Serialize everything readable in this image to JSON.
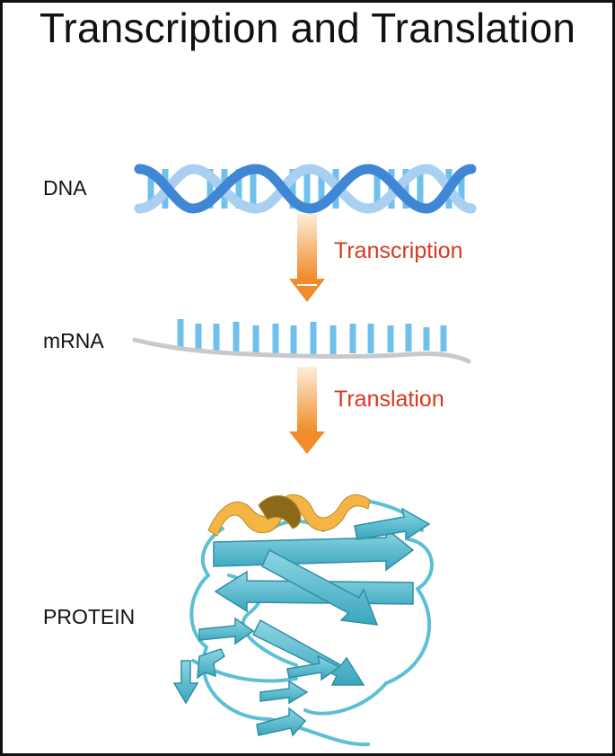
{
  "title": "Transcription and Translation",
  "labels": {
    "dna": "DNA",
    "mrna": "mRNA",
    "protein": "PROTEIN"
  },
  "steps": {
    "transcription": "Transcription",
    "translation": "Translation"
  },
  "colors": {
    "step_text": "#d63a1e",
    "helix_dark": "#3f87d4",
    "helix_light": "#a9cff3",
    "rungs": "#6fc0ec",
    "arrow_top": "#fde6c5",
    "arrow_bottom": "#f08c2a",
    "protein": "#5cc0d4",
    "protein_dark": "#2f8fa4",
    "helix_gold": "#f4b545",
    "helix_gold_dark": "#8a6a1a"
  }
}
